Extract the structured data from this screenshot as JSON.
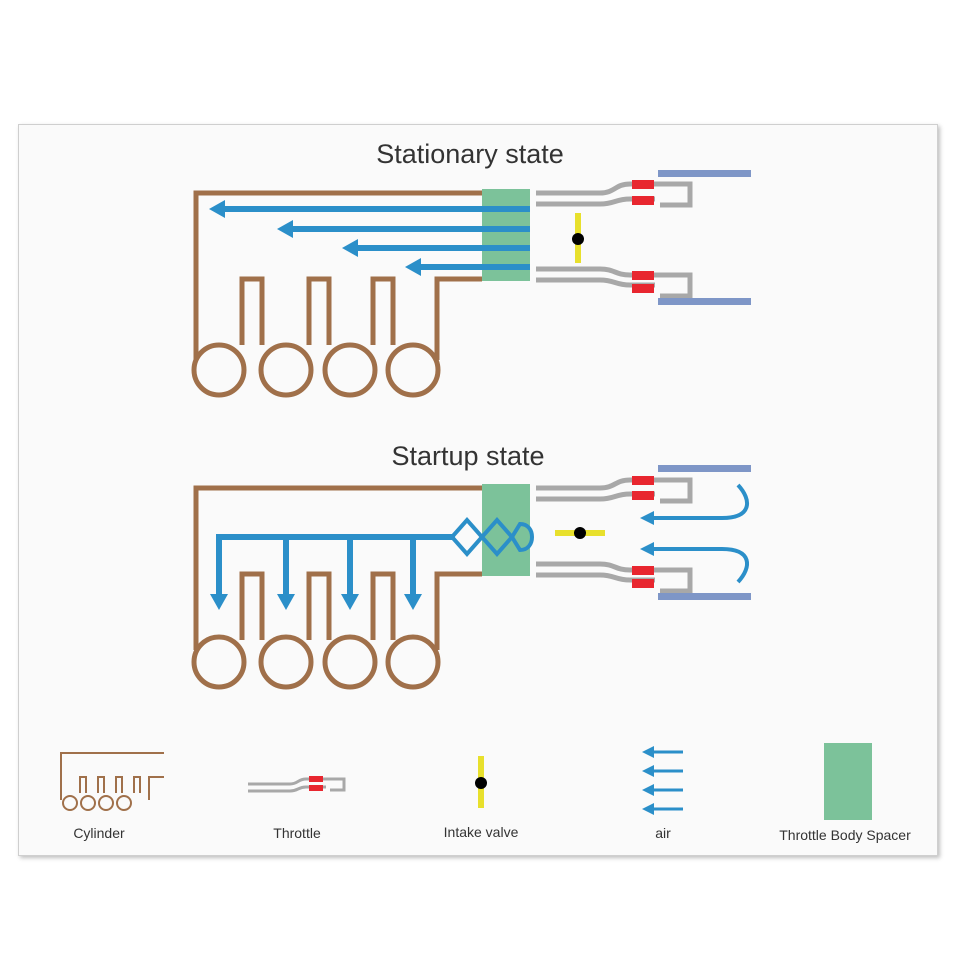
{
  "titles": {
    "stationary": "Stationary state",
    "startup": "Startup state"
  },
  "legend": {
    "cylinder": "Cylinder",
    "throttle": "Throttle",
    "intake_valve": "Intake valve",
    "air": "air",
    "spacer": "Throttle Body Spacer"
  },
  "colors": {
    "cylinder": "#a0704a",
    "air": "#2b8fc9",
    "spacer": "#7cc29a",
    "throttle_body": "#a8a8a8",
    "throttle_red": "#e8262f",
    "intake_valve_bar": "#e8e02c",
    "intake_valve_dot": "#000000",
    "plate": "#7e96c7"
  }
}
